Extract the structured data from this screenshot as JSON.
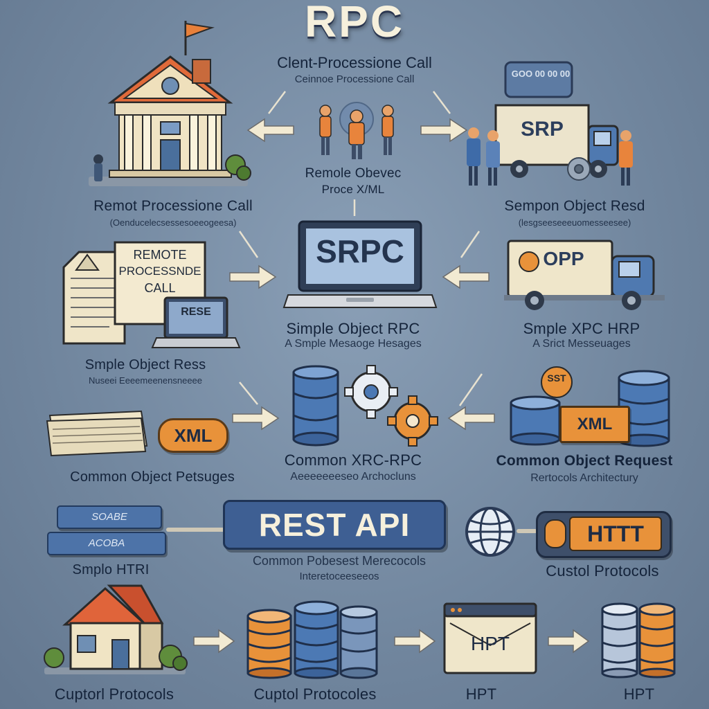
{
  "title": "RPC",
  "subtitle": "Clent-Processione Call",
  "subtitle_sub": "Ceinnoe Processione Call",
  "center_top_caption": "Remole Obevec",
  "center_top_caption_sub": "Proce X/ML",
  "row1": {
    "left_caption": "Remot Processione Call",
    "left_caption_sub": "(Oenducelecsessesoeeogeesa)",
    "right_truck_sign": "SRP",
    "right_box_label": "GOO 00 00 00",
    "right_caption": "Sempon Object Resd",
    "right_caption_sub": "(lesgseeseeeuomesseesee)"
  },
  "row2": {
    "doc_lines": [
      "REMOTE",
      "PROCESSNDE",
      "CALL"
    ],
    "laptop_screen": "RESE",
    "left_caption": "Smple Object Ress",
    "left_caption_sub": "Nuseei Eeeemeenensneeee",
    "center_screen": "SRPC",
    "center_caption": "Simple Object RPC",
    "center_caption_sub": "A Smple Mesaoge Hesages",
    "truck_sign": "OPP",
    "right_caption": "Smple XPC HRP",
    "right_caption_sub": "A Srict Messeuages"
  },
  "row3": {
    "xml_left": "XML",
    "left_caption": "Common Object Petsuges",
    "center_caption": "Common XRC-RPC",
    "center_caption_sub": "Aeeeeeeeseo Archocluns",
    "xml_right": "XML",
    "sst_badge": "SST",
    "right_caption": "Common Object Request",
    "right_caption_sub": "Rertocols Architectury"
  },
  "row4": {
    "bar_top": "SOABE",
    "bar_bottom": "ACOBA",
    "left_caption": "Smplo HTRI",
    "rest_label": "REST API",
    "center_caption": "Common Pobesest Merecocols",
    "center_caption_sub": "Interetoceeseeos",
    "http_label": "HTTT",
    "right_caption": "Custol Protocols"
  },
  "row5": {
    "c1": "Cuptorl Protocols",
    "c2": "Cuptol Protocoles",
    "screen_label": "HPT",
    "c3": "HPT",
    "c4": "HPT"
  },
  "colors": {
    "accent_orange": "#e8923a",
    "accent_blue": "#4a78b3",
    "cream": "#f2ead2",
    "dark": "#1e2c44"
  }
}
